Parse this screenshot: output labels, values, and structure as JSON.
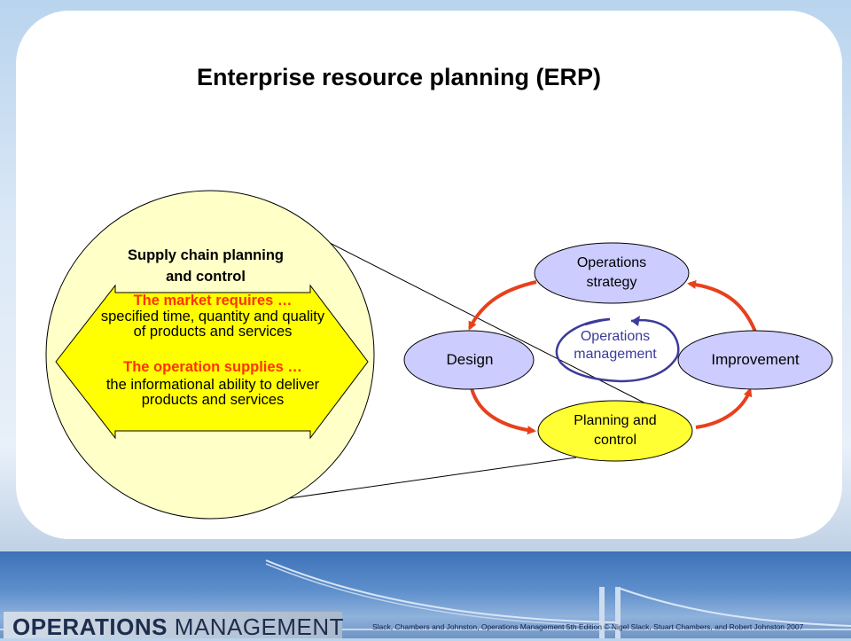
{
  "title": "Enterprise resource planning (ERP)",
  "lens": {
    "heading_line1": "Supply chain planning",
    "heading_line2": "and control",
    "market_heading": "The market requires …",
    "market_body": "specified time, quantity and quality of products and services",
    "operation_heading": "The operation supplies …",
    "operation_body": "the informational ability to deliver products and services"
  },
  "model": {
    "strategy_line1": "Operations",
    "strategy_line2": "strategy",
    "design": "Design",
    "improvement": "Improvement",
    "planning_line1": "Planning and",
    "planning_line2": "control",
    "center_line1": "Operations",
    "center_line2": "management"
  },
  "footer": {
    "logo_part1": "OPERATIONS",
    "logo_part2": " MANAGEMENT",
    "copyright": "Slack, Chambers and Johnston, Operations Management 5th Edition © Nigel Slack, Stuart Chambers, and Robert Johnston 2007"
  },
  "colors": {
    "lens_fill": "#ffffc8",
    "arrow_fill": "#ffff00",
    "node_fill": "#ccccff",
    "planning_fill": "#ffff33",
    "cycle_arrow": "#e8401c",
    "center_text": "#3b3b9c",
    "red_text": "#ff3300"
  }
}
